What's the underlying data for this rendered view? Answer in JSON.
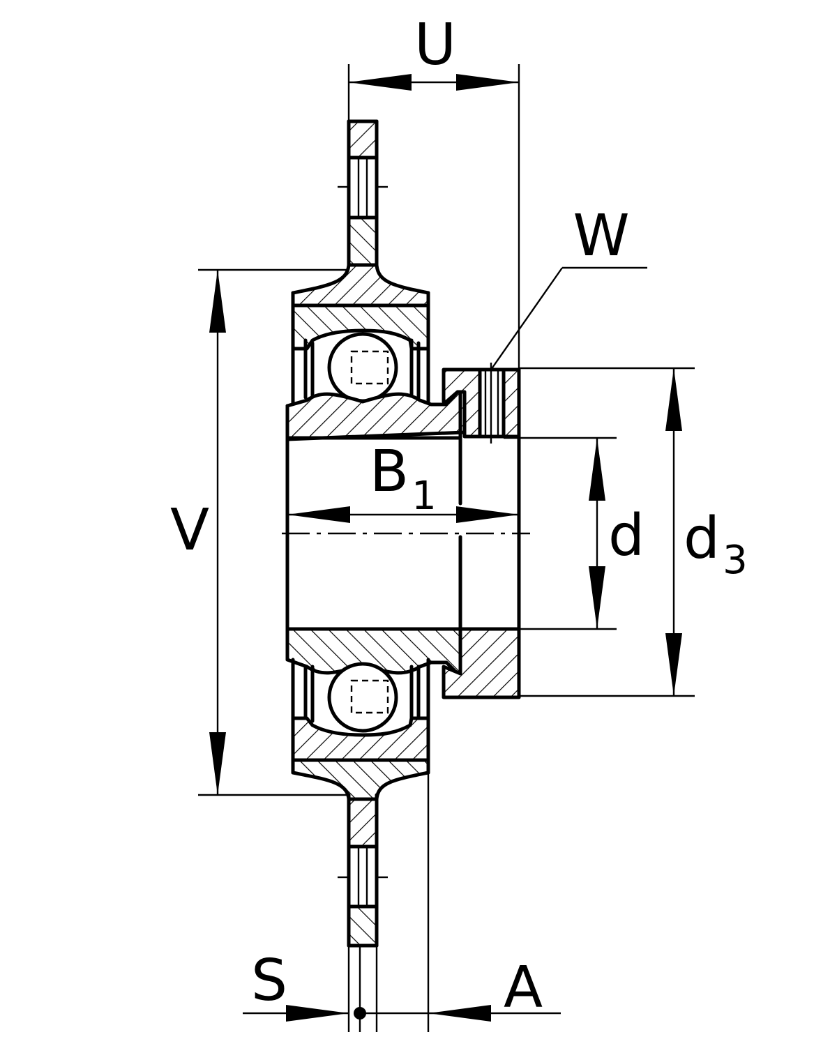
{
  "labels": {
    "U": "U",
    "W": "W",
    "V": "V",
    "B": "B",
    "B_sub": "1",
    "d": "d",
    "d3": "d",
    "d3_sub": "3",
    "S": "S",
    "A": "A"
  }
}
